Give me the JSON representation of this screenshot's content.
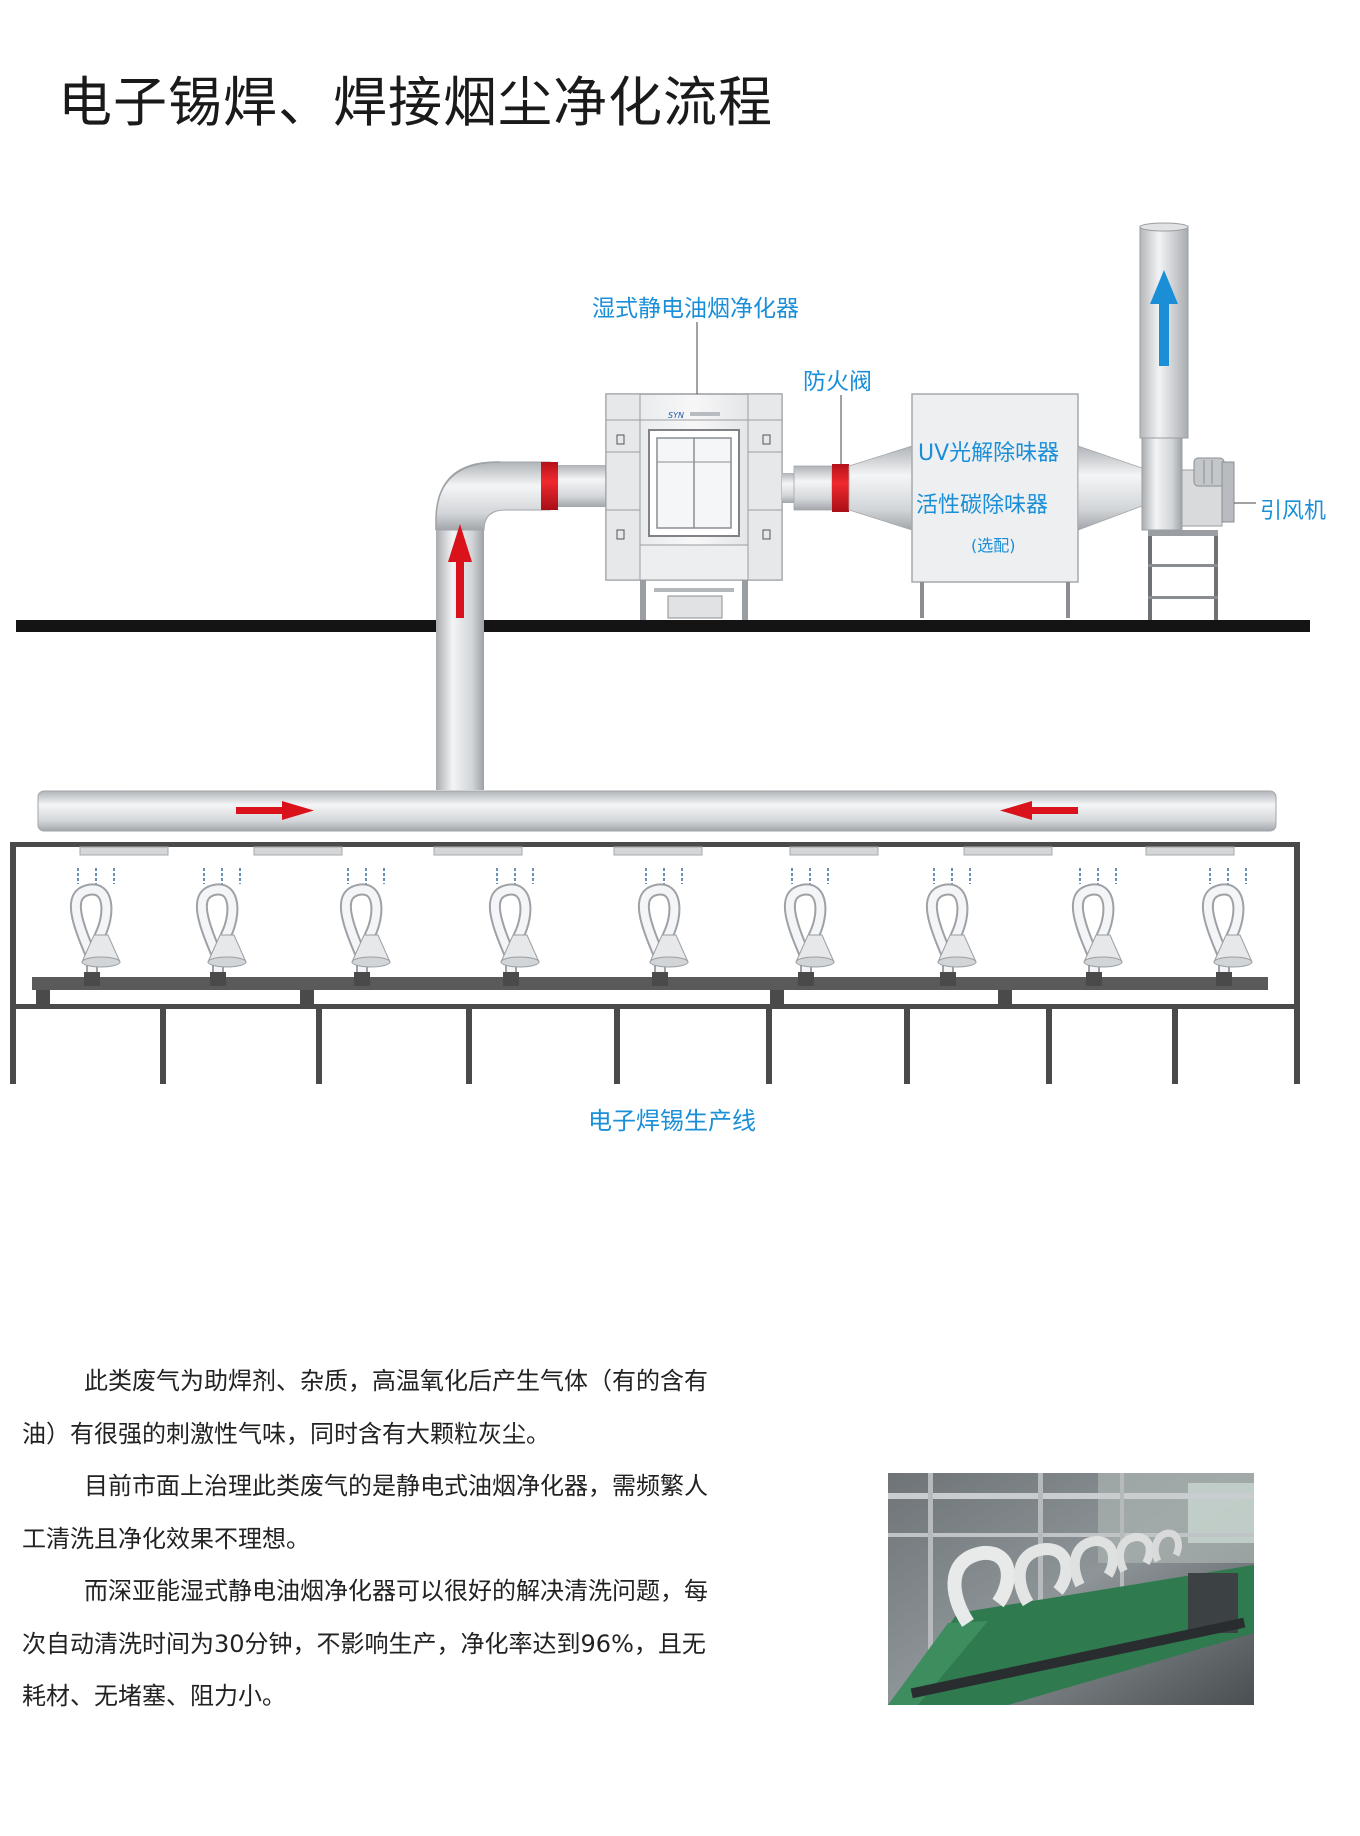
{
  "title": "电子锡焊、焊接烟尘净化流程",
  "labels": {
    "purifier": "湿式静电油烟净化器",
    "fire_valve": "防火阀",
    "uv": "UV光解除味器",
    "carbon": "活性碳除味器",
    "optional": "(选配)",
    "fan": "引风机",
    "production_line": "电子焊锡生产线"
  },
  "description": [
    "此类废气为助焊剂、杂质，高温氧化后产生气体（有的含有油）有很强的刺激性气味，同时含有大颗粒灰尘。",
    "目前市面上治理此类废气的是静电式油烟净化器，需频繁人工清洗且净化效果不理想。",
    "而深亚能湿式静电油烟净化器可以很好的解决清洗问题，每次自动清洗时间为30分钟，不影响生产，净化率达到96%，且无耗材、无堵塞、阻力小。"
  ],
  "colors": {
    "label_blue": "#1a8fd8",
    "flow_red": "#d9121b",
    "flow_blue": "#1a8fd8",
    "pipe_grey": "#d6d8da",
    "frame_dark": "#4a4a4a"
  },
  "icons": {
    "flow_arrow": "arrow-icon",
    "exhaust_arrow": "arrow-up-icon"
  }
}
